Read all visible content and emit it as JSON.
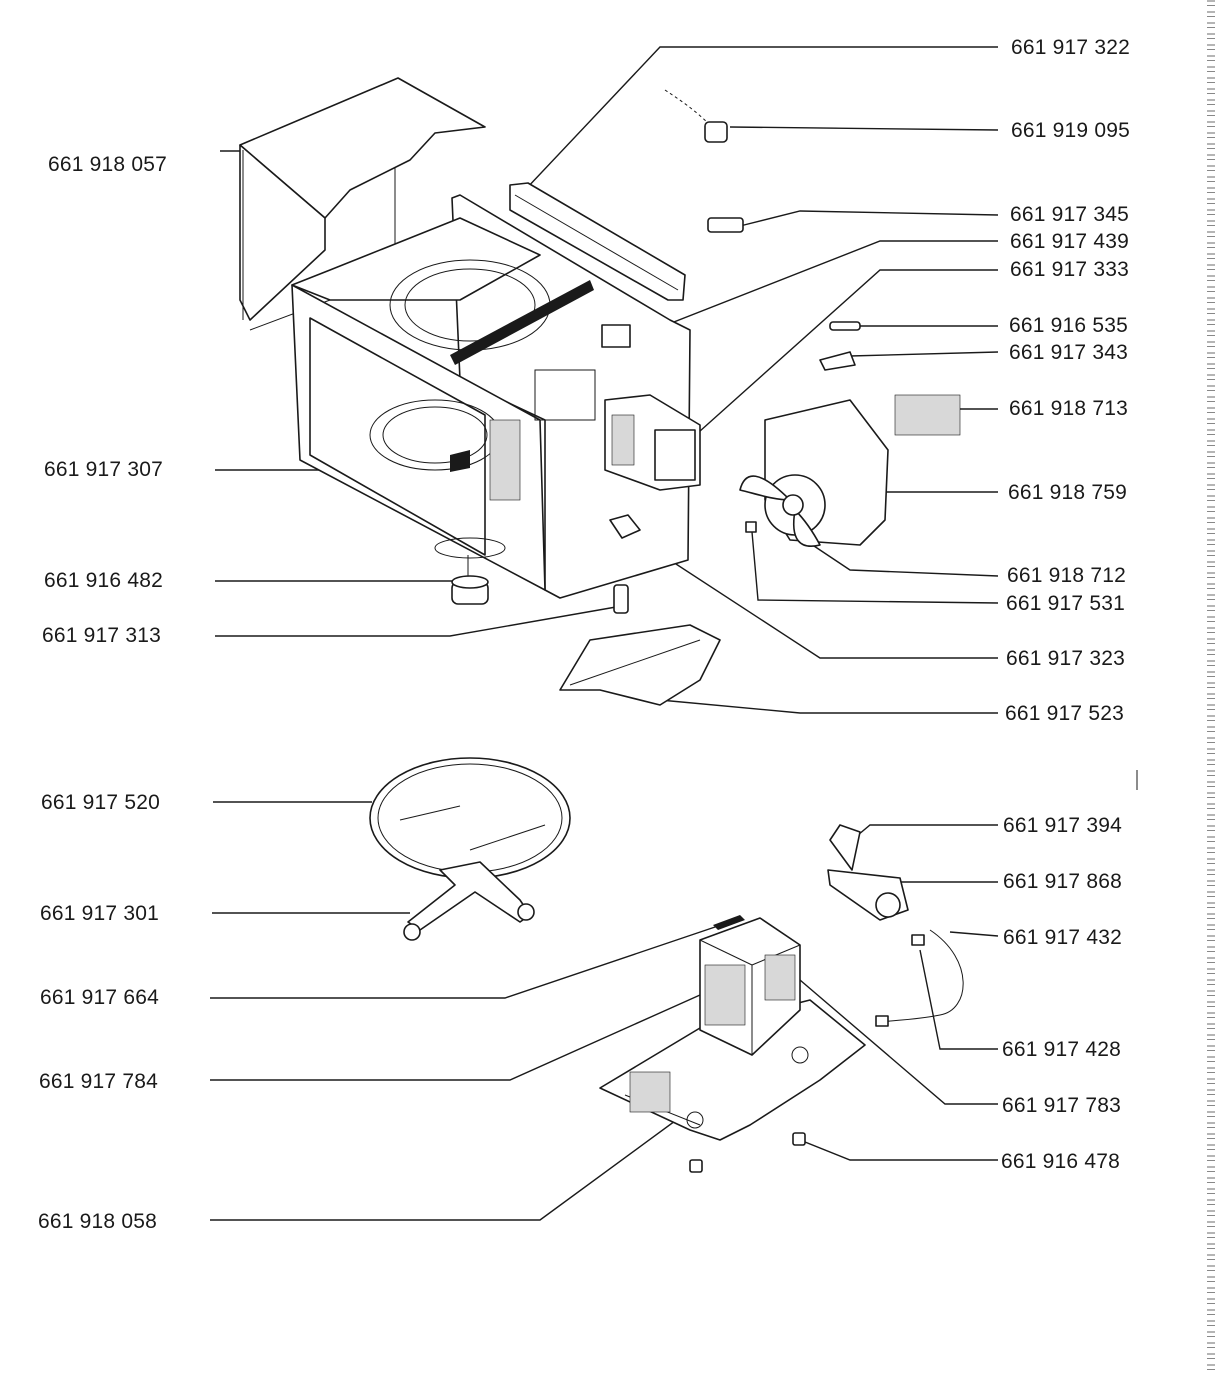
{
  "diagram": {
    "part_labels": [
      {
        "id": "top-cover",
        "text": "661 918 057"
      },
      {
        "id": "door-frame",
        "text": "661 917 307"
      },
      {
        "id": "turntable-motor",
        "text": "661 916 482"
      },
      {
        "id": "lamp-holder",
        "text": "661 917 313"
      },
      {
        "id": "glass-tray",
        "text": "661 917 520"
      },
      {
        "id": "roller-support",
        "text": "661 917 301"
      },
      {
        "id": "transformer-winding",
        "text": "661 917 664"
      },
      {
        "id": "transformer-core",
        "text": "661 917 784"
      },
      {
        "id": "base-plate",
        "text": "661 918 058"
      },
      {
        "id": "back-strip",
        "text": "661 917 322"
      },
      {
        "id": "mains-cable",
        "text": "661 919 095"
      },
      {
        "id": "cable-clip",
        "text": "661 917 345"
      },
      {
        "id": "thermal-switch",
        "text": "661 917 439"
      },
      {
        "id": "magnetron",
        "text": "661 917 333"
      },
      {
        "id": "fuse",
        "text": "661 916 535"
      },
      {
        "id": "fuse-holder",
        "text": "661 917 343"
      },
      {
        "id": "micro-switch-block",
        "text": "661 918 713"
      },
      {
        "id": "fan-housing",
        "text": "661 918 759"
      },
      {
        "id": "fan-blade",
        "text": "661 918 712"
      },
      {
        "id": "fan-clip",
        "text": "661 917 531"
      },
      {
        "id": "lamp",
        "text": "661 917 323"
      },
      {
        "id": "lamp-bracket",
        "text": "661 917 523"
      },
      {
        "id": "capacitor-bracket",
        "text": "661 917 394"
      },
      {
        "id": "capacitor",
        "text": "661 917 868"
      },
      {
        "id": "diode",
        "text": "661 917 432"
      },
      {
        "id": "hv-wire",
        "text": "661 917 428"
      },
      {
        "id": "transformer",
        "text": "661 917 783"
      },
      {
        "id": "foot",
        "text": "661 916 478"
      }
    ]
  }
}
